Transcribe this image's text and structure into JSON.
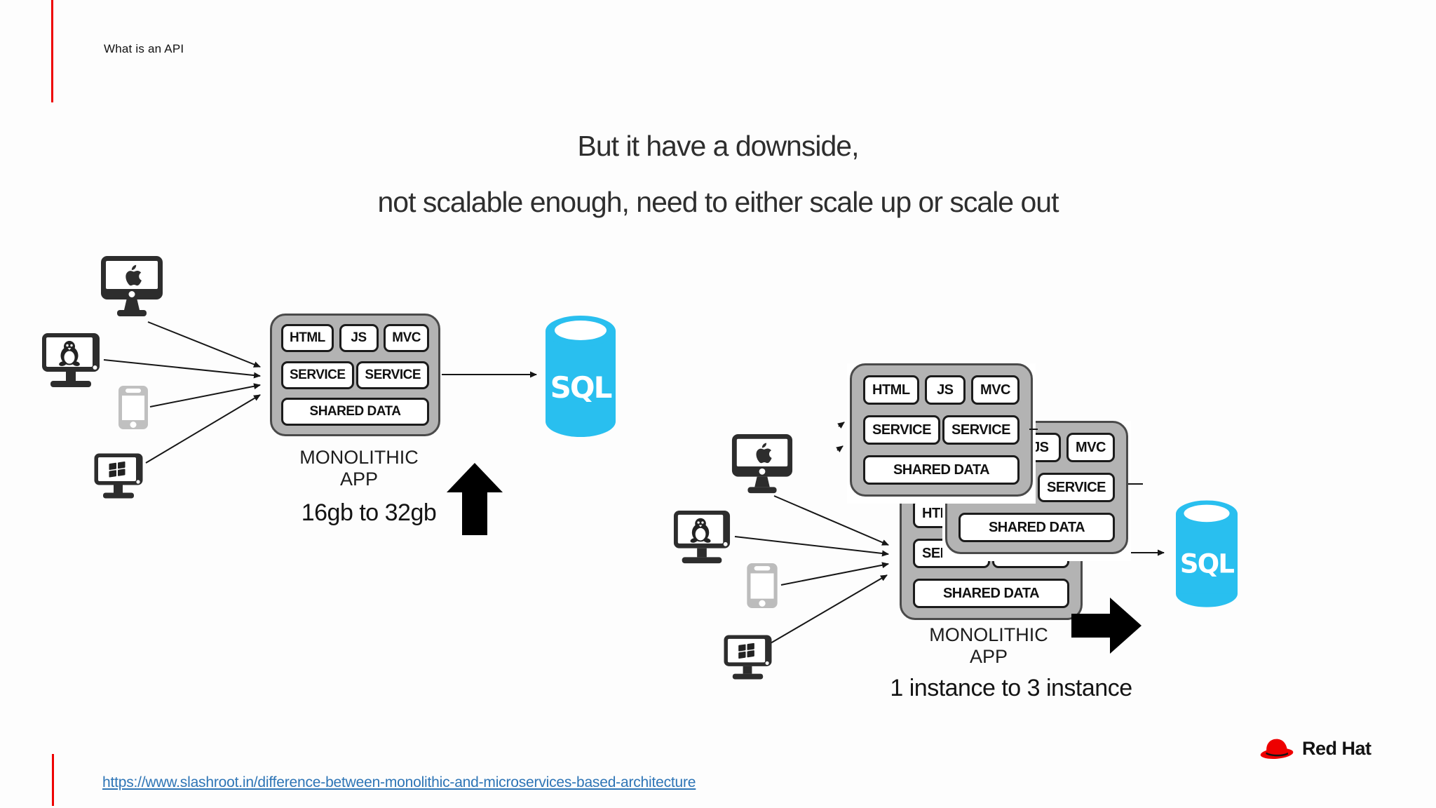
{
  "header": {
    "breadcrumb": "What is an API"
  },
  "title": {
    "line1": "But it have a downside,",
    "line2": "not scalable enough, need to either scale up or scale out"
  },
  "monolith": {
    "html_label": "HTML",
    "js_label": "JS",
    "mvc_label": "MVC",
    "service_left_label": "SERVICE",
    "service_right_label": "SERVICE",
    "shared_data_label": "SHARED DATA",
    "caption_line1": "MONOLITHIC",
    "caption_line2": "APP"
  },
  "scale_up": {
    "annotation": "16gb to 32gb",
    "db_label": "SQL"
  },
  "scale_out": {
    "annotation": "1 instance to 3 instance",
    "db_label": "SQL"
  },
  "footer": {
    "source_link": "https://www.slashroot.in/difference-between-monolithic-and-microservices-based-architecture",
    "brand_name": "Red Hat"
  },
  "colors": {
    "accent_red": "#ee0000",
    "database_cyan": "#29bfef",
    "link_blue": "#2e75b6",
    "monolith_gray": "#b3b3b3",
    "arrow_black": "#161616"
  }
}
